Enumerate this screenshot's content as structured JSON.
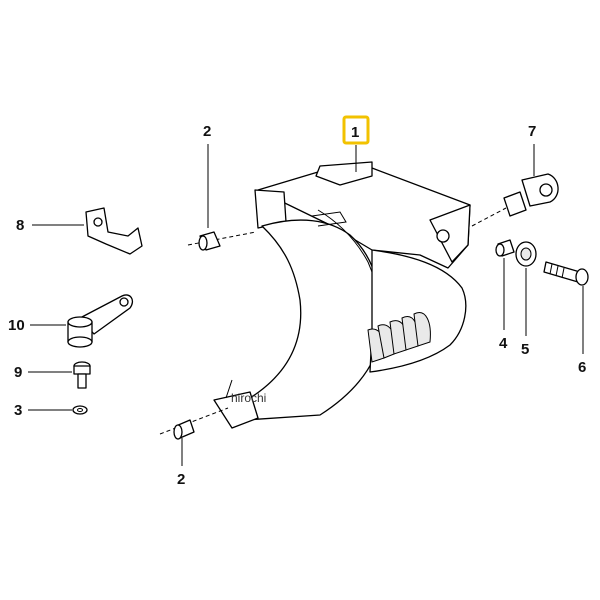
{
  "callouts": {
    "c1": "1",
    "c2_top": "2",
    "c2_bottom": "2",
    "c3": "3",
    "c4": "4",
    "c5": "5",
    "c6": "6",
    "c7": "7",
    "c8": "8",
    "c9": "9",
    "c10": "10"
  },
  "highlight_color": "#f2c200",
  "watermark": "hirochi"
}
